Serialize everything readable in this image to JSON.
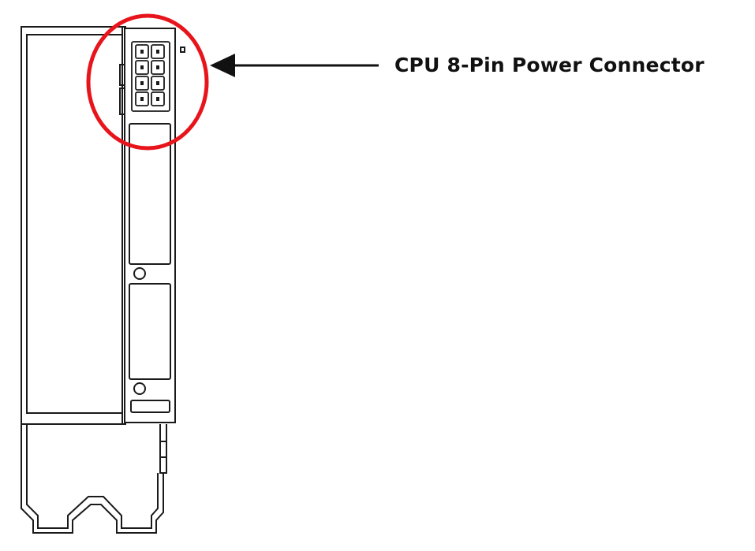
{
  "annotation": {
    "label": "CPU 8-Pin Power Connector"
  },
  "colors": {
    "line": "#1a1a1a",
    "highlight": "#e8141b",
    "background": "#ffffff"
  },
  "connector": {
    "pin_count": 8,
    "rows": 4,
    "columns": 2
  },
  "icons": [
    "arrow-left-icon",
    "highlight-circle"
  ]
}
